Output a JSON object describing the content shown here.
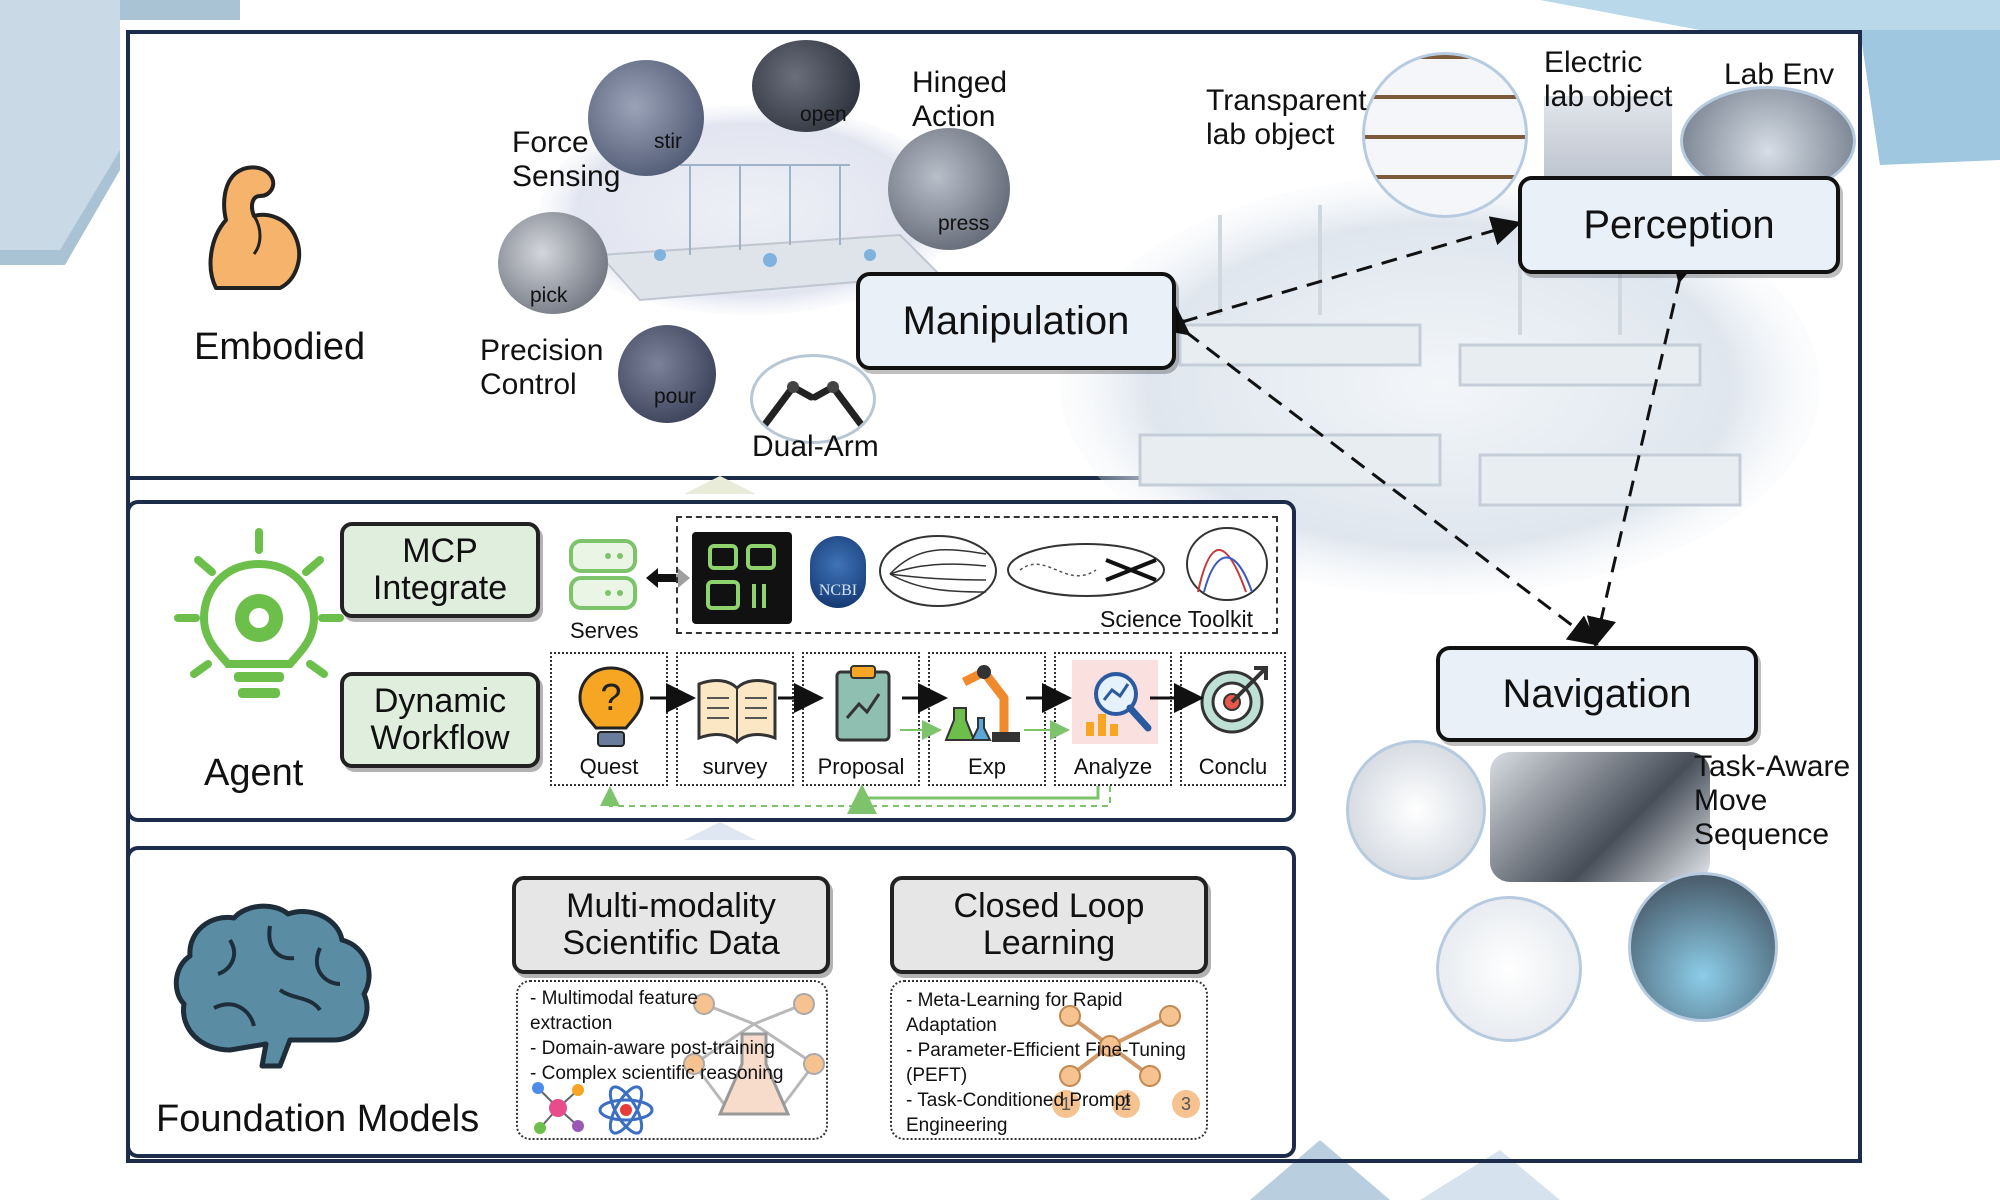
{
  "embodied": {
    "title": "Embodied",
    "labels": {
      "force_sensing": [
        "Force",
        "Sensing"
      ],
      "precision_control": [
        "Precision",
        "Control"
      ],
      "hinged_action": [
        "Hinged",
        "Action"
      ],
      "dual_arm": "Dual-Arm",
      "transparent": [
        "Transparent",
        "lab object"
      ],
      "electric": [
        "Electric",
        "lab object"
      ],
      "lab_env": "Lab Env",
      "task_aware": [
        "Task-Aware",
        "Move",
        "Sequence"
      ]
    },
    "actions": {
      "stir": "stir",
      "open": "open",
      "press": "press",
      "pick": "pick",
      "pour": "pour"
    },
    "nodes": {
      "manipulation": "Manipulation",
      "perception": "Perception",
      "navigation": "Navigation"
    }
  },
  "agent": {
    "title": "Agent",
    "mcp": [
      "MCP",
      "Integrate"
    ],
    "dynamic": [
      "Dynamic",
      "Workflow"
    ],
    "serves": "Serves",
    "toolkit": "Science Toolkit",
    "ncbi": "NCBI",
    "steps": [
      "Quest",
      "survey",
      "Proposal",
      "Exp",
      "Analyze",
      "Conclu"
    ]
  },
  "foundation": {
    "title": "Foundation Models",
    "multi": {
      "title": [
        "Multi-modality",
        "Scientific Data"
      ],
      "bullets": [
        "- Multimodal feature",
        "extraction",
        "- Domain-aware post-training",
        "- Complex scientific reasoning"
      ]
    },
    "closed": {
      "title": [
        "Closed Loop",
        "Learning"
      ],
      "bullets": [
        "- Meta-Learning for Rapid",
        "Adaptation",
        "- Parameter-Efficient Fine-Tuning",
        "(PEFT)",
        "- Task-Conditioned Prompt",
        "Engineering"
      ],
      "numbers": [
        "1",
        "2",
        "3"
      ]
    }
  }
}
